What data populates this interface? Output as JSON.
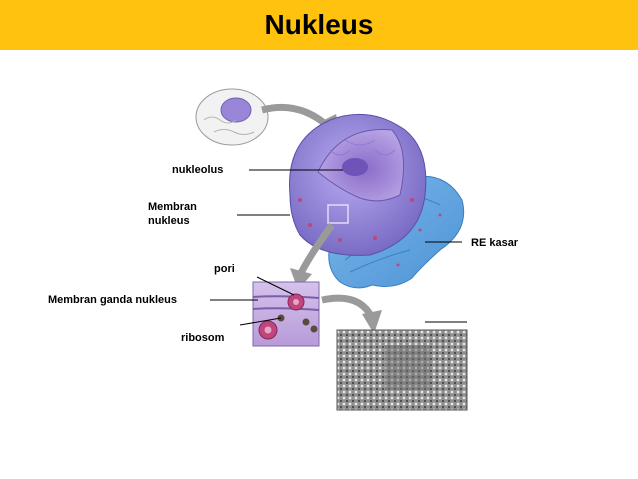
{
  "slide": {
    "title": "Nukleus",
    "colors": {
      "title_bar": "#ffc20e",
      "nucleus": "#8a7fd0",
      "nucleus_cut": "#a991d8",
      "rough_er": "#5fa6e2",
      "pore": "#c0457d",
      "micrograph": "#8f8f8f"
    }
  },
  "labels": {
    "nucleolus": "nukleolus",
    "nuclear_membrane_line1": "Membran",
    "nuclear_membrane_line2": "nukleus",
    "pore": "pori",
    "double_membrane": "Membran ganda nukleus",
    "ribosome": "ribosom",
    "rough_er": "RE kasar"
  }
}
